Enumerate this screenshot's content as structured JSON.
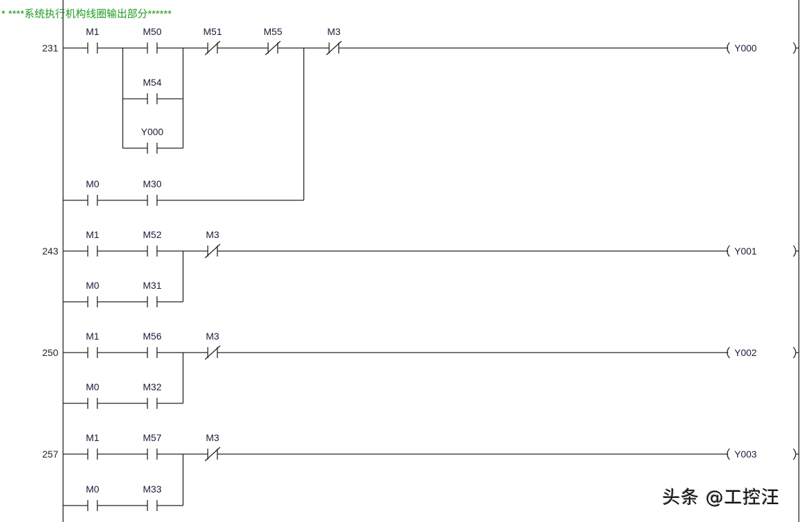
{
  "comment": "* ****系统执行机构线圈输出部分******",
  "watermark": "头条 @工控汪",
  "rungs": [
    {
      "step": "231",
      "coil": "Y000",
      "main": [
        {
          "label": "M1",
          "type": "NO"
        },
        {
          "label": "M50",
          "type": "NO"
        },
        {
          "label": "M51",
          "type": "NC"
        },
        {
          "label": "M55",
          "type": "NC"
        },
        {
          "label": "M3",
          "type": "NC"
        }
      ],
      "parallel_m50": [
        {
          "label": "M54",
          "type": "NO"
        },
        {
          "label": "Y000",
          "type": "NO"
        }
      ],
      "branch": [
        {
          "label": "M0",
          "type": "NO"
        },
        {
          "label": "M30",
          "type": "NO"
        }
      ]
    },
    {
      "step": "243",
      "coil": "Y001",
      "main": [
        {
          "label": "M1",
          "type": "NO"
        },
        {
          "label": "M52",
          "type": "NO"
        },
        {
          "label": "M3",
          "type": "NC"
        }
      ],
      "branch": [
        {
          "label": "M0",
          "type": "NO"
        },
        {
          "label": "M31",
          "type": "NO"
        }
      ]
    },
    {
      "step": "250",
      "coil": "Y002",
      "main": [
        {
          "label": "M1",
          "type": "NO"
        },
        {
          "label": "M56",
          "type": "NO"
        },
        {
          "label": "M3",
          "type": "NC"
        }
      ],
      "branch": [
        {
          "label": "M0",
          "type": "NO"
        },
        {
          "label": "M32",
          "type": "NO"
        }
      ]
    },
    {
      "step": "257",
      "coil": "Y003",
      "main": [
        {
          "label": "M1",
          "type": "NO"
        },
        {
          "label": "M57",
          "type": "NO"
        },
        {
          "label": "M3",
          "type": "NC"
        }
      ],
      "branch": [
        {
          "label": "M0",
          "type": "NO"
        },
        {
          "label": "M33",
          "type": "NO"
        }
      ]
    }
  ]
}
